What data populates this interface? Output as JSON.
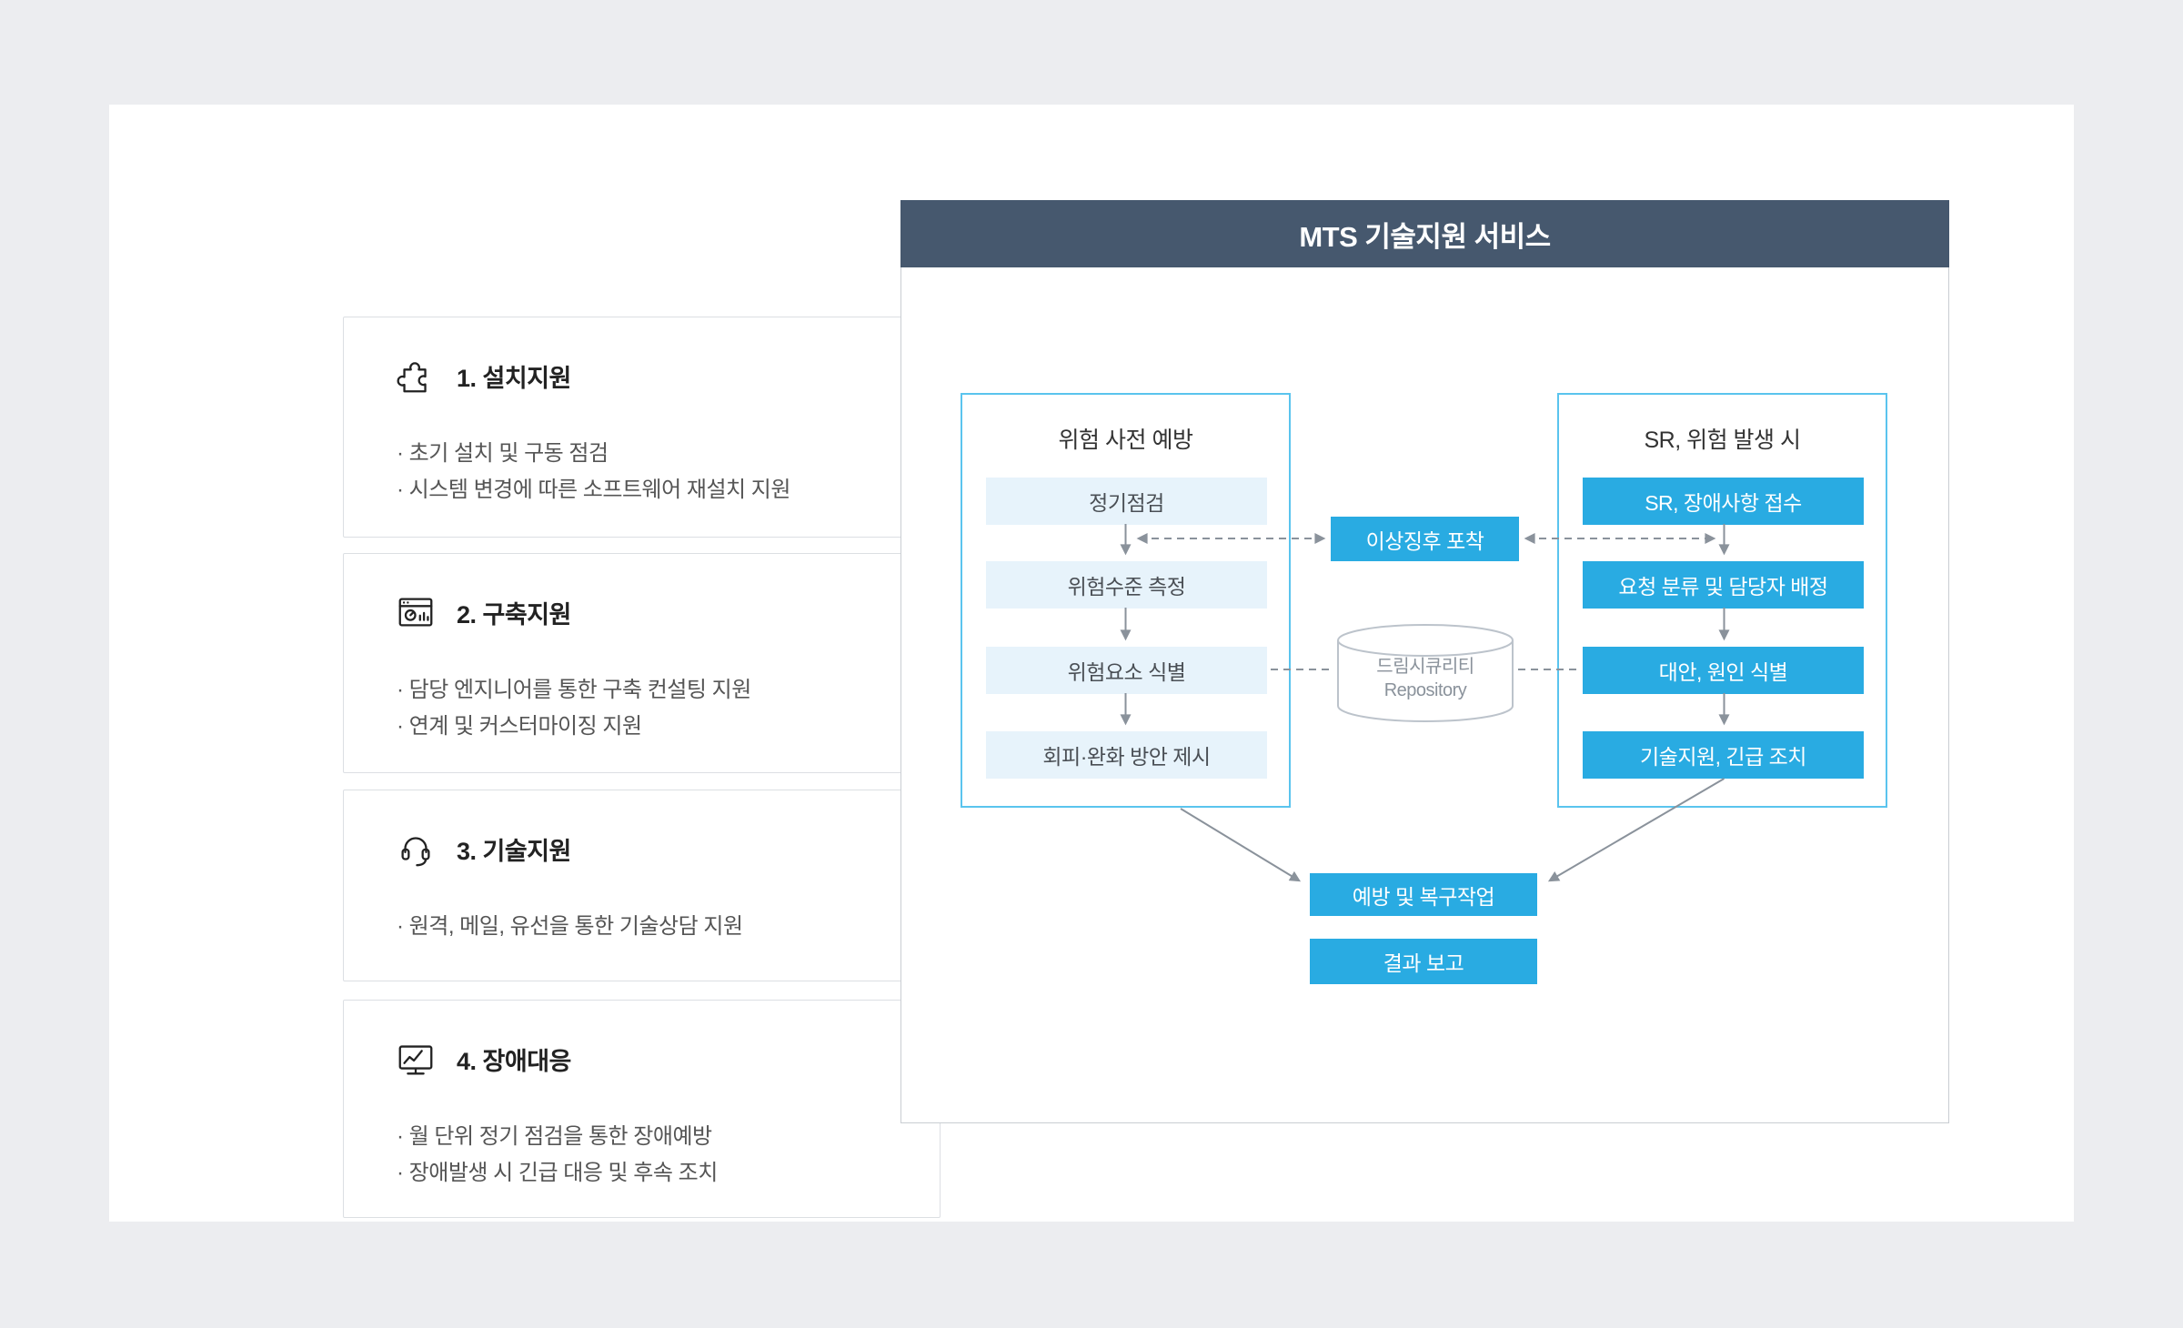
{
  "service_cards": [
    {
      "title": "1. 설치지원",
      "icon": "puzzle-icon",
      "bullets": [
        "· 초기 설치 및 구동 점검",
        "· 시스템 변경에 따른 소프트웨어 재설치 지원"
      ]
    },
    {
      "title": "2. 구축지원",
      "icon": "console-window-icon",
      "bullets": [
        "· 담당 엔지니어를 통한 구축 컨설팅 지원",
        "· 연계 및 커스터마이징 지원"
      ]
    },
    {
      "title": "3. 기술지원",
      "icon": "headset-icon",
      "bullets": [
        "· 원격, 메일, 유선을 통한 기술상담 지원"
      ]
    },
    {
      "title": "4. 장애대응",
      "icon": "monitor-chart-icon",
      "bullets": [
        "· 월 단위 정기 점검을 통한 장애예방",
        "· 장애발생 시 긴급 대응 및 후속 조치"
      ]
    }
  ],
  "diagram": {
    "header_title": "MTS 기술지원 서비스",
    "prevention_group": {
      "title": "위험 사전 예방",
      "steps": [
        "정기점검",
        "위험수준 측정",
        "위험요소 식별",
        "회피·완화 방안 제시"
      ]
    },
    "incident_group": {
      "title": "SR, 위험 발생 시",
      "steps": [
        "SR, 장애사항 접수",
        "요청 분류 및 담당자 배정",
        "대안, 원인 식별",
        "기술지원, 긴급 조치"
      ]
    },
    "anomaly_box": "이상징후 포착",
    "repository": {
      "line1": "드림시큐리티",
      "line2": "Repository"
    },
    "recovery_box": "예방 및 복구작업",
    "report_box": "결과 보고"
  },
  "colors": {
    "accent_blue": "#29abe2",
    "header_slate": "#46586e",
    "light_step_bg": "#e7f3fb",
    "group_border": "#5ac4ee",
    "page_bg": "#ecedf0"
  }
}
